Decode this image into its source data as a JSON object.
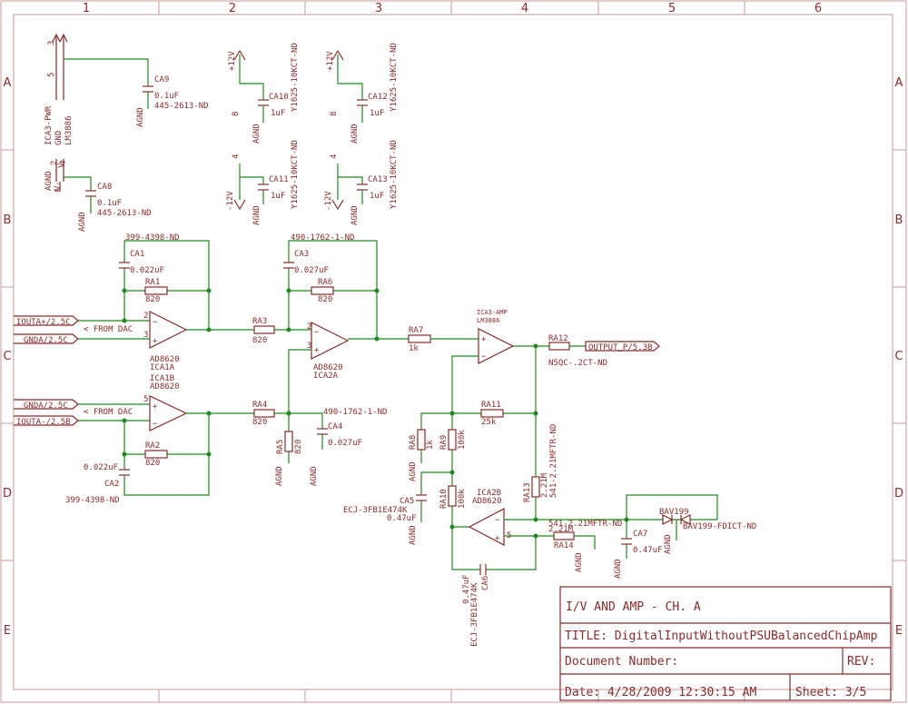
{
  "frame": {
    "columns": [
      "1",
      "2",
      "3",
      "4",
      "5",
      "6"
    ],
    "rows": [
      "A",
      "B",
      "C",
      "D",
      "E"
    ]
  },
  "title_block": {
    "heading": "I/V AND AMP - CH. A",
    "title": "TITLE:  DigitalInputWithoutPSUBalancedChipAmp",
    "document_number": "Document Number:",
    "rev": "REV:",
    "date": "Date: 4/28/2009 12:30:15 AM",
    "sheet": "Sheet: 3/5"
  },
  "ports": {
    "iouta_p": "IOUTA+/2.5C",
    "gnda_1": "GNDA/2.5C",
    "gnda_2": "GNDA/2.5C",
    "iouta_n": "IOUTA-/2.5B",
    "from_dac_1": "< FROM DAC",
    "from_dac_2": "< FROM DAC",
    "output": "OUTPUT_P/5.3B"
  },
  "components": {
    "ca1": "CA1",
    "ca1_val": "0.022uF",
    "ca1_pn": "399-4398-ND",
    "ra1": "RA1",
    "ra1_val": "820",
    "ica1a": "ICA1A",
    "ica1a_type": "AD8620",
    "ica1b": "ICA1B",
    "ica1b_type": "AD8620",
    "ra2": "RA2",
    "ra2_val": "820",
    "ca2": "CA2",
    "ca2_val": "0.022uF",
    "ca2_pn": "399-4398-ND",
    "ra3": "RA3",
    "ra3_val": "820",
    "ra4": "RA4",
    "ra4_val": "820",
    "ca3": "CA3",
    "ca3_val": "0.027uF",
    "ca3_pn": "490-1762-1-ND",
    "ra6": "RA6",
    "ra6_val": "820",
    "ica2a": "ICA2A",
    "ica2a_type": "AD8620",
    "ra5": "RA5",
    "ra5_val": "820",
    "ca4": "CA4",
    "ca4_val": "0.027uF",
    "ca4_pn": "490-1762-1-ND",
    "ra7": "RA7",
    "ra7_val": "1k",
    "ica3": "ICA3-AMP",
    "ica3_type": "LM3886",
    "ra12": "RA12",
    "ra12_pn": "N5QC-.2CT-ND",
    "ra11": "RA11",
    "ra11_val": "25k",
    "ra8": "RA8",
    "ra8_val": "1k",
    "ra9": "RA9",
    "ra9_val": "100k",
    "ra13": "RA13",
    "ra13_val": "2.21M",
    "ra13_pn": "541-2.21MFTR-ND",
    "ra10": "RA10",
    "ra10_val": "100k",
    "ica2b": "ICA2B",
    "ica2b_type": "AD8620",
    "ca5": "CA5",
    "ca5_val": "0.47uF",
    "ca5_pn": "ECJ-3FB1E474K",
    "ra14": "RA14",
    "ra14_val": "2.21M",
    "ra14_pn": "541-2.21MFTR-ND",
    "ca7": "CA7",
    "ca7_val": "0.47uF",
    "bav": "BAV199",
    "bav_pn": "BAV199-FDICT-ND",
    "ca6": "CA6",
    "ca6_val": "0.47uF",
    "ca6_pn": "ECJ-3FB1E474K",
    "ca8": "CA8",
    "ca8_val": "0.1uF",
    "ca8_pn": "445-2613-ND",
    "ca9": "CA9",
    "ca9_val": "0.1uF",
    "ca9_pn": "445-2613-ND",
    "ca10": "CA10",
    "ca10_val": "1uF",
    "ca11": "CA11",
    "ca11_val": "1uF",
    "ca12": "CA12",
    "ca12_val": "1uF",
    "ca13": "CA13",
    "ca13_val": "1uF",
    "cap_pn_y": "Y1625-10KCT-ND"
  },
  "power": {
    "p12": "+12V",
    "m12": "-12V",
    "agnd": "AGND",
    "v_minus": "V-",
    "gnd": "GND",
    "ic3_pwr": "ICA3-PWR",
    "lm3886": "LM3886",
    "pin_num_3": "3",
    "pin_num_5": "5",
    "pin_num_2": "2",
    "pin_num_4": "4",
    "pin_num_8": "8"
  }
}
